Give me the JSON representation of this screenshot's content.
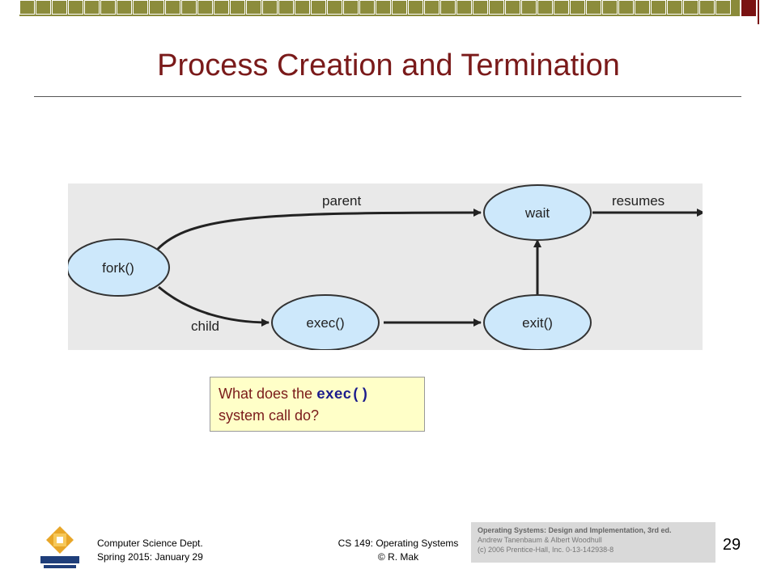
{
  "slide": {
    "title": "Process Creation and Termination"
  },
  "diagram": {
    "nodes": {
      "fork": "fork()",
      "exec": "exec()",
      "wait": "wait",
      "exit": "exit()"
    },
    "labels": {
      "parent": "parent",
      "child": "child",
      "resumes": "resumes"
    }
  },
  "callout": {
    "prefix": "What does the",
    "code": "exec()",
    "suffix": "system call do?"
  },
  "footer": {
    "dept": "Computer Science Dept.",
    "term": "Spring 2015: January 29",
    "course": "CS 149: Operating Systems",
    "author": "© R. Mak",
    "ref_title": "Operating Systems: Design and Implementation, 3rd ed.",
    "ref_authors": "Andrew Tanenbaum & Albert Woodhull",
    "ref_publisher": "(c) 2006 Prentice-Hall, Inc. 0-13-142938-8",
    "page_number": "29"
  },
  "colors": {
    "title": "#7a1a1a",
    "node_fill": "#cde8fb",
    "node_stroke": "#333333",
    "callout_bg": "#ffffc8",
    "top_bar": "#8a8a3a",
    "accent": "#7a1212"
  },
  "icons": {
    "logo": "sjsu-logo-icon"
  }
}
